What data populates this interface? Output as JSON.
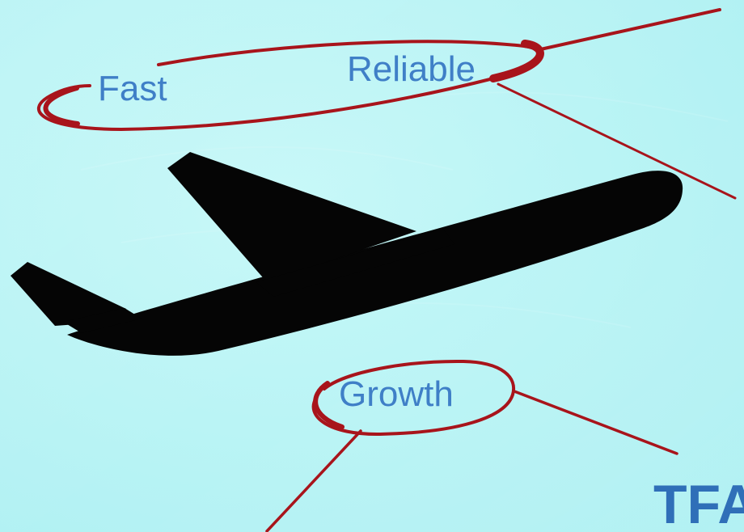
{
  "colors": {
    "background": "#b6f2f3",
    "background_light": "#c6f8f8",
    "accent_red": "#a8141b",
    "text_blue": "#3f7fc7",
    "tfa_blue": "#2f6fb8",
    "plane": "#050505"
  },
  "icons": {
    "plane": "airplane-icon"
  },
  "labels": {
    "fast": "Fast",
    "reliable": "Reliable",
    "growth": "Growth",
    "tfa": "TFA"
  }
}
